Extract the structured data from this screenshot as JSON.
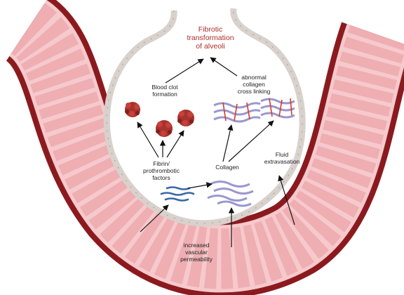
{
  "title": "Fibrotic\ntransformation\nof alveoli",
  "labels": {
    "blood_clot": "Blood clot\nformation",
    "abnormal_collagen": "abnormal\ncollagen\ncross linking",
    "fibrin": "Fibrin/\nprothrombotic\nfactors",
    "collagen": "Collagen",
    "fluid": "Fluid\nextravasation",
    "permeability": "increased\nvascular\npermeability"
  },
  "colors": {
    "title": "#b02a2a",
    "vessel_wall": "#8b1a1f",
    "vessel_lumen": "#f6c9cc",
    "endothelium": "#d9656d",
    "alveolus_wall": "#d8d1cc",
    "clot": "#a8322c",
    "collagen": "#9a98cf",
    "crosslink": "#d63a2c",
    "fibrin": "#3b67a8"
  }
}
